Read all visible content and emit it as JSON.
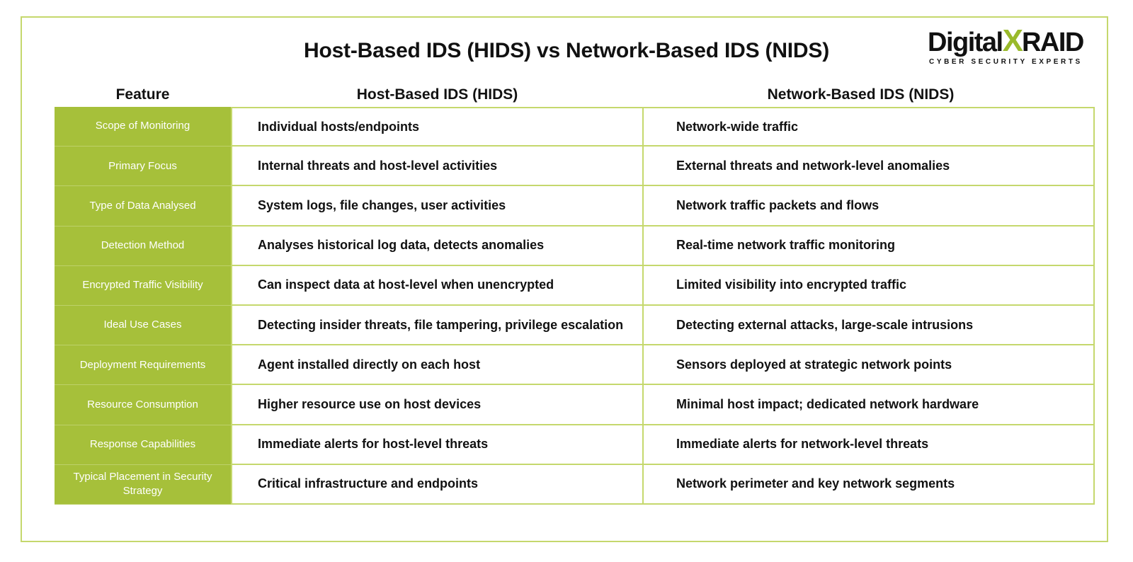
{
  "title": "Host-Based IDS (HIDS) vs Network-Based IDS (NIDS)",
  "logo": {
    "name_part1": "Digital",
    "name_x": "X",
    "name_part2": "RAID",
    "tagline": "CYBER SECURITY EXPERTS"
  },
  "headers": {
    "feature": "Feature",
    "hids": "Host-Based IDS (HIDS)",
    "nids": "Network-Based IDS (NIDS)"
  },
  "rows": [
    {
      "feature": "Scope of Monitoring",
      "hids": "Individual hosts/endpoints",
      "nids": "Network-wide traffic"
    },
    {
      "feature": "Primary Focus",
      "hids": "Internal threats and host-level activities",
      "nids": "External threats and network-level anomalies"
    },
    {
      "feature": "Type of Data Analysed",
      "hids": "System logs, file changes, user activities",
      "nids": "Network traffic packets and flows"
    },
    {
      "feature": "Detection Method",
      "hids": "Analyses historical log data, detects anomalies",
      "nids": "Real-time network traffic monitoring"
    },
    {
      "feature": "Encrypted Traffic Visibility",
      "hids": "Can inspect data at host-level when unencrypted",
      "nids": "Limited visibility into encrypted traffic"
    },
    {
      "feature": "Ideal Use Cases",
      "hids": "Detecting insider threats, file tampering, privilege escalation",
      "nids": "Detecting external attacks, large-scale intrusions"
    },
    {
      "feature": "Deployment Requirements",
      "hids": "Agent installed directly on each host",
      "nids": "Sensors deployed at strategic network points"
    },
    {
      "feature": "Resource Consumption",
      "hids": "Higher resource use on host devices",
      "nids": "Minimal host impact; dedicated network hardware"
    },
    {
      "feature": "Response Capabilities",
      "hids": "Immediate alerts for host-level threats",
      "nids": "Immediate alerts for network-level threats"
    },
    {
      "feature": "Typical Placement in Security Strategy",
      "hids": "Critical infrastructure and endpoints",
      "nids": "Network perimeter and key network segments"
    }
  ],
  "colors": {
    "accent_green": "#a6c03a",
    "border_green": "#c5d86d",
    "logo_x_green": "#9aba2b"
  }
}
